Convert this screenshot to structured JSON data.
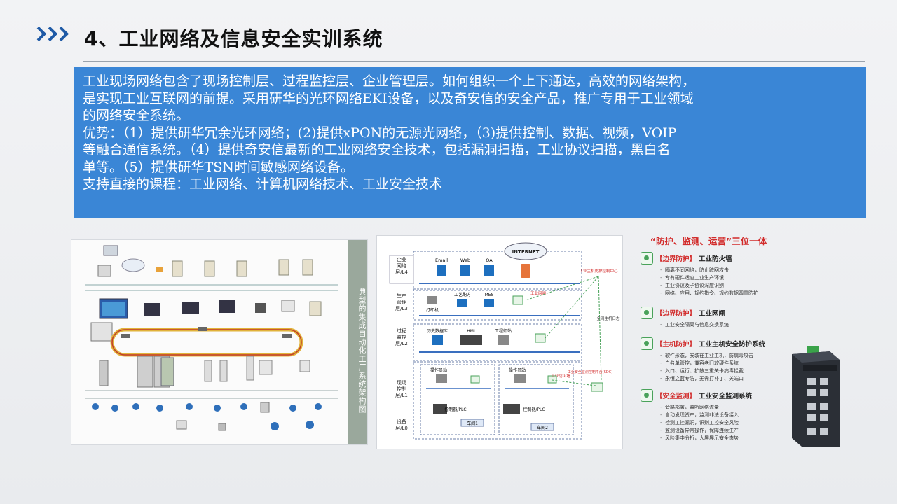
{
  "title": "4、工业网络及信息安全实训系统",
  "infobox": {
    "lines": [
      "工业现场网络包含了现场控制层、过程监控层、企业管理层。如何组织一个上下通达，高效的网络架构，",
      "是实现工业互联网的前提。采用研华的光环网络EKI设备，以及奇安信的安全产品，推广专用于工业领域",
      "的网络安全系统。",
      "优势：（1）提供研华冗余光环网络；(2)提供xPON的无源光网络，（3)提供控制、数据、视频，VOIP",
      "等融合通信系统。（4）提供奇安信最新的工业网络安全技术，包括漏洞扫描，工业协议扫描，黑白名",
      "单等。（5）提供研华TSN时间敏感网络设备。",
      "支持直接的课程：工业网络、计算机网络技术、工业安全技术"
    ]
  },
  "panel1": {
    "side_title": "典型的集成自动化工厂系统架构图"
  },
  "panel2": {
    "layers": [
      "企业网络层/L4",
      "生产管理层/L3",
      "过程监控层/L2",
      "现场控制层/L1",
      "设备层/L0"
    ],
    "labels": {
      "internet": "INTERNET",
      "email": "Email",
      "web": "Web",
      "oa": "OA",
      "printer": "打印机",
      "process": "工艺配方",
      "mes": "MES",
      "history_db": "历史数据库",
      "hmi": "HMI",
      "engineer": "工程师站",
      "operator1": "操作员站",
      "operator2": "操作员站",
      "plc1": "控制器/PLC",
      "plc2": "控制器/PLC",
      "workshop1": "车间1",
      "workshop2": "车间2",
      "fw1": "工业网闸",
      "fw2": "工业防火墙",
      "sdc": "工业安全监测控制平台(SDC)",
      "center": "工业主机防护控制中心",
      "log": "全网主机日志"
    }
  },
  "panel3": {
    "title": "“防护、监测、运营”三位一体",
    "features": [
      {
        "tag": "【边界防护】",
        "name": "工业防火墙",
        "items": [
          "隔离不同网络，防止跨网攻击",
          "专有硬件适应工业生产环境",
          "工业协议及子协议深度识别",
          "网络、应用、规约指令、规约数据四重防护"
        ]
      },
      {
        "tag": "【边界防护】",
        "name": "工业网闸",
        "items": [
          "工业安全隔离与信息交换系统"
        ]
      },
      {
        "tag": "【主机防护】",
        "name": "工业主机安全防护系统",
        "items": [
          "软件形态，安装在工业主机，防病毒攻击",
          "白名单管控，兼容老旧软硬件系统",
          "入口、运行、扩散三重关卡病毒拦截",
          "永恒之蓝专防，无需打补丁、关端口"
        ]
      },
      {
        "tag": "【安全监测】",
        "name": "工业安全监测系统",
        "items": [
          "旁路部署，监听网络流量",
          "自动发现资产，监测非法设备接入",
          "检测工控漏洞，识别工控安全风险",
          "监测设备异常操作，保障连续生产",
          "风险集中分析，大屏展示安全态势"
        ]
      }
    ]
  },
  "colors": {
    "accent": "#1f5aa6",
    "box": "#3a86d6",
    "red": "#d22b2b",
    "green": "#49a25a"
  }
}
